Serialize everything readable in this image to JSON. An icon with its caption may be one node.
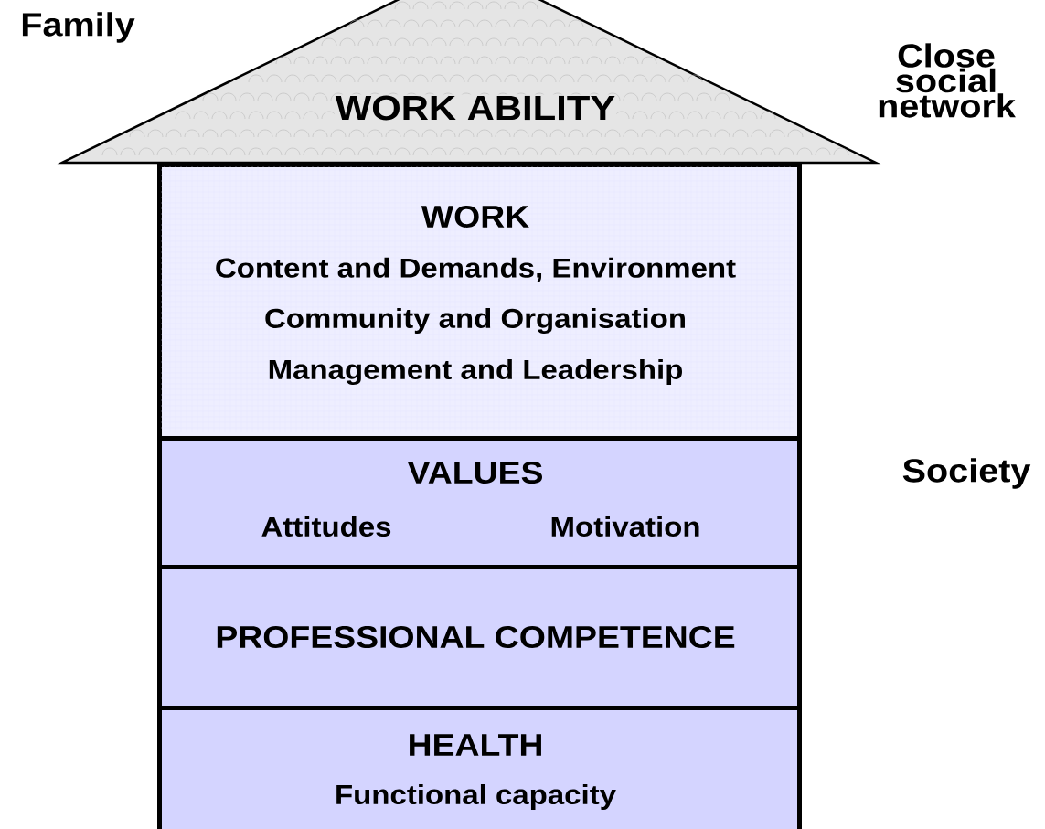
{
  "diagram": {
    "nodes": [
      {
        "text": [
          "WORK ABILITY"
        ]
      },
      {
        "text": [
          "WORK",
          "Content and Demands, Environment",
          "Community and Organisation",
          "Management and Leadership"
        ]
      },
      {
        "text": [
          "VALUES",
          "Attitudes",
          "Motivation"
        ]
      },
      {
        "text": [
          "PROFESSIONAL COMPETENCE"
        ]
      },
      {
        "text": [
          "HEALTH",
          "Functional capacity"
        ]
      }
    ],
    "labels": [
      "Family",
      "Close social network",
      "Society"
    ]
  }
}
